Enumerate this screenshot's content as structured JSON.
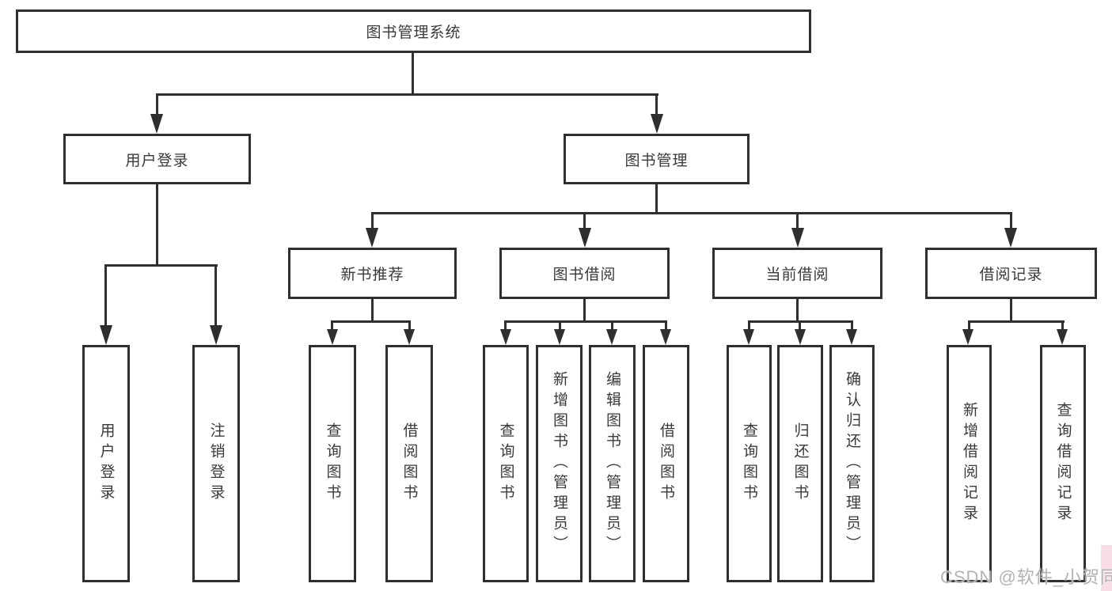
{
  "watermark": "CSDN @软件_小贺同学",
  "colors": {
    "line": "#2f2f2f",
    "box_border": "#2f2f2f",
    "text": "#3a3a3a",
    "background": "#ffffff",
    "watermark": "#b3b3b3",
    "corner_tint": "#f8dee4"
  },
  "tree": {
    "root": {
      "label": "图书管理系统"
    },
    "branches": [
      {
        "label": "用户登录",
        "children": [
          {
            "label": "用户登录"
          },
          {
            "label": "注销登录"
          }
        ]
      },
      {
        "label": "图书管理",
        "children": [
          {
            "label": "新书推荐",
            "children": [
              {
                "label": "查询图书"
              },
              {
                "label": "借阅图书"
              }
            ]
          },
          {
            "label": "图书借阅",
            "children": [
              {
                "label": "查询图书"
              },
              {
                "label": "新增图书（管理员）"
              },
              {
                "label": "编辑图书（管理员）"
              },
              {
                "label": "借阅图书"
              }
            ]
          },
          {
            "label": "当前借阅",
            "children": [
              {
                "label": "查询图书"
              },
              {
                "label": "归还图书"
              },
              {
                "label": "确认归还（管理员）"
              }
            ]
          },
          {
            "label": "借阅记录",
            "children": [
              {
                "label": "新增借阅记录"
              },
              {
                "label": "查询借阅记录"
              }
            ]
          }
        ]
      }
    ]
  }
}
